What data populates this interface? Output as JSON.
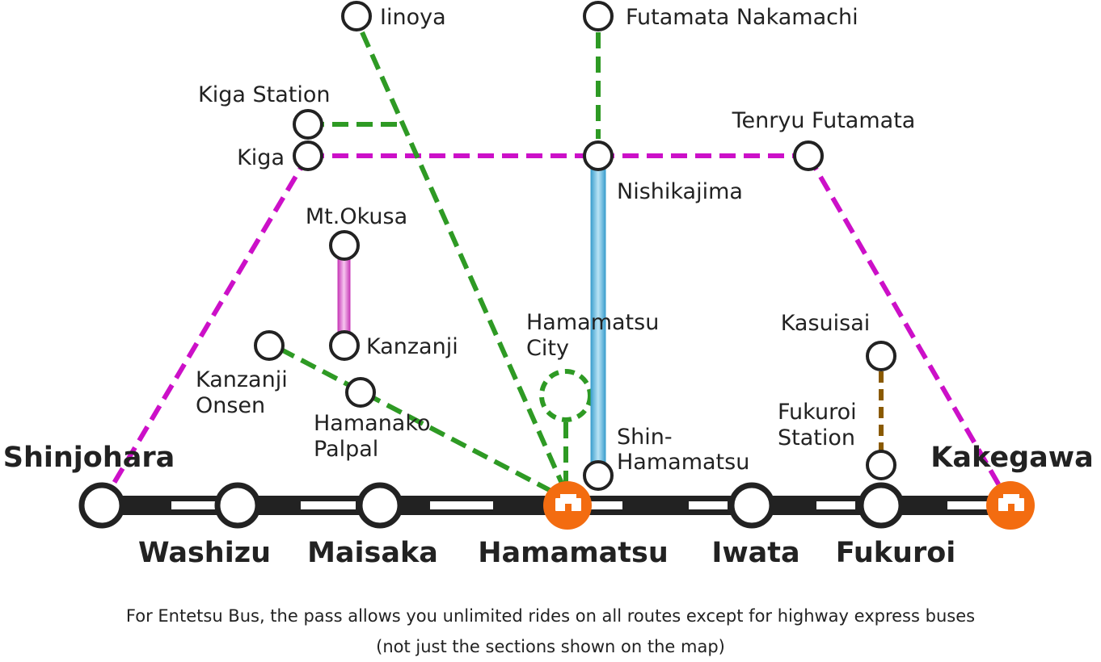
{
  "colors": {
    "green": "#2e9a24",
    "magenta": "#cc10c8",
    "blue": "#5ab4dc",
    "pink": "#e070d0",
    "brown": "#8a5a00",
    "orange": "#f36c10",
    "rail": "#222222"
  },
  "stations": {
    "shinjohara": "Shinjohara",
    "washizu": "Washizu",
    "maisaka": "Maisaka",
    "hamamatsu": "Hamamatsu",
    "iwata": "Iwata",
    "fukuroi": "Fukuroi",
    "kakegawa": "Kakegawa",
    "iinoya": "Iinoya",
    "futamata_nakamachi": "Futamata Nakamachi",
    "kiga_station": "Kiga Station",
    "kiga": "Kiga",
    "tenryu_futamata": "Tenryu Futamata",
    "nishikajima": "Nishikajima",
    "mt_okusa": "Mt.Okusa",
    "kanzanji": "Kanzanji",
    "kanzanji_onsen_1": "Kanzanji",
    "kanzanji_onsen_2": "Onsen",
    "hamanako_palpal_1": "Hamanako",
    "hamanako_palpal_2": "Palpal",
    "hamamatsu_city_1": "Hamamatsu",
    "hamamatsu_city_2": "City",
    "kasuisai": "Kasuisai",
    "fukuroi_station_1": "Fukuroi",
    "fukuroi_station_2": "Station",
    "shin_hamamatsu_1": "Shin-",
    "shin_hamamatsu_2": "Hamamatsu"
  },
  "icons": {
    "transfer": "castle-icon"
  },
  "footer": {
    "line1": "For Entetsu Bus, the pass allows you unlimited rides on all routes except for highway express buses",
    "line2": "(not just the sections shown on the map)"
  }
}
